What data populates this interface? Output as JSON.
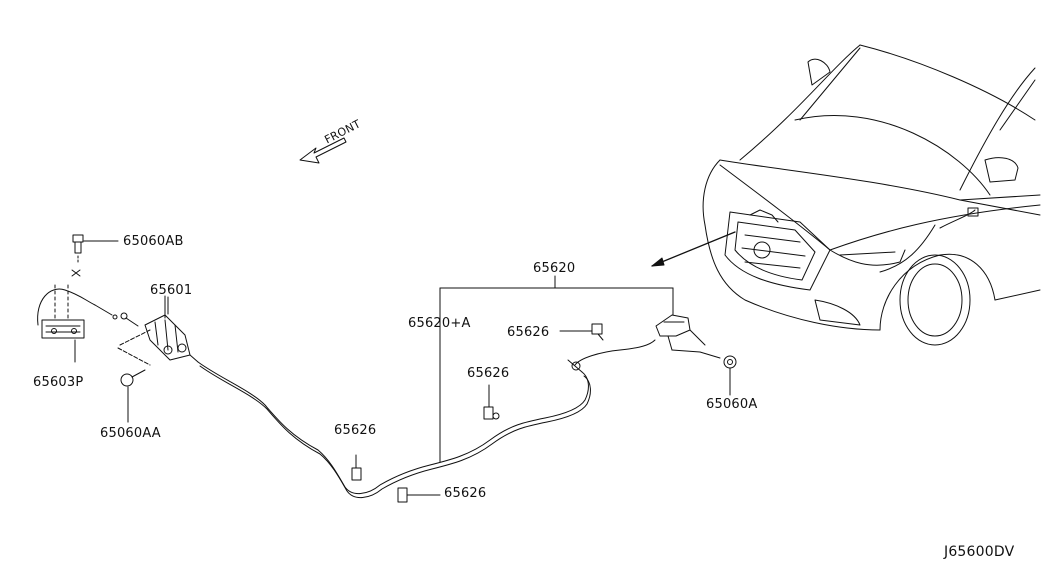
{
  "diagram": {
    "code": "J65600DV",
    "front_label": "FRONT",
    "callouts": [
      {
        "id": "c65060AB",
        "text": "65060AB"
      },
      {
        "id": "c65601",
        "text": "65601"
      },
      {
        "id": "c65603P",
        "text": "65603P"
      },
      {
        "id": "c65060AA",
        "text": "65060AA"
      },
      {
        "id": "c65620",
        "text": "65620"
      },
      {
        "id": "c65620A",
        "text": "65620+A"
      },
      {
        "id": "c65626a",
        "text": "65626"
      },
      {
        "id": "c65626b",
        "text": "65626"
      },
      {
        "id": "c65626c",
        "text": "65626"
      },
      {
        "id": "c65626d",
        "text": "65626"
      },
      {
        "id": "c65060A",
        "text": "65060A"
      }
    ]
  },
  "colors": {
    "line": "#111111",
    "background": "#ffffff"
  },
  "icons": {
    "front_arrow": "front-direction-arrow-icon",
    "vehicle": "vehicle-front-illustration"
  }
}
